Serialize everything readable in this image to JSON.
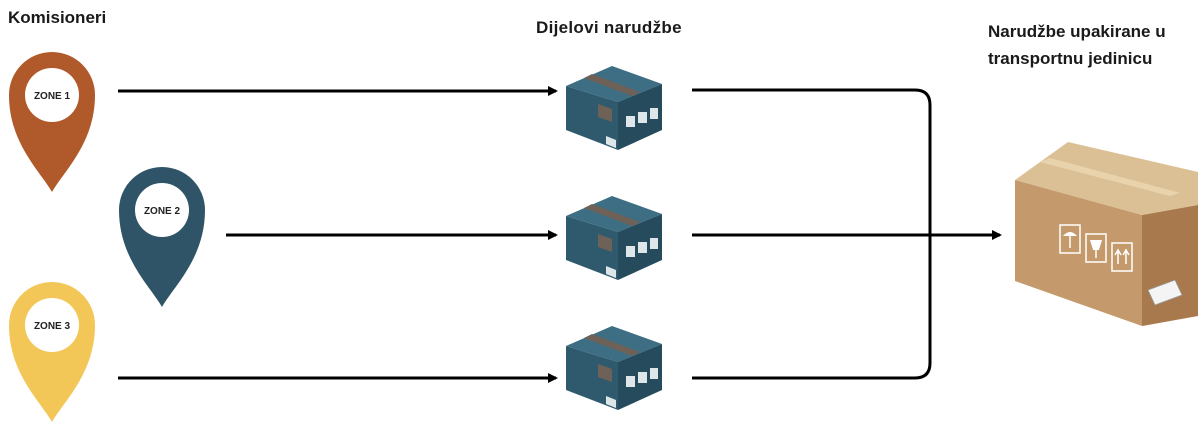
{
  "labels": {
    "pickers": "Komisioneri",
    "order_parts": "Dijelovi narudžbe",
    "packed_line1": "Narudžbe upakirane u",
    "packed_line2": "transportnu jedinicu"
  },
  "zones": [
    {
      "label": "ZONE 1",
      "color": "#b05a2c"
    },
    {
      "label": "ZONE 2",
      "color": "#2f5467"
    },
    {
      "label": "ZONE 3",
      "color": "#f3c757"
    }
  ],
  "colors": {
    "box_dark": "#2f5a6e",
    "box_light": "#3d6e84",
    "box_tape": "#6e6258",
    "shipping_box": "#c49a6c",
    "arrow": "#000000"
  }
}
